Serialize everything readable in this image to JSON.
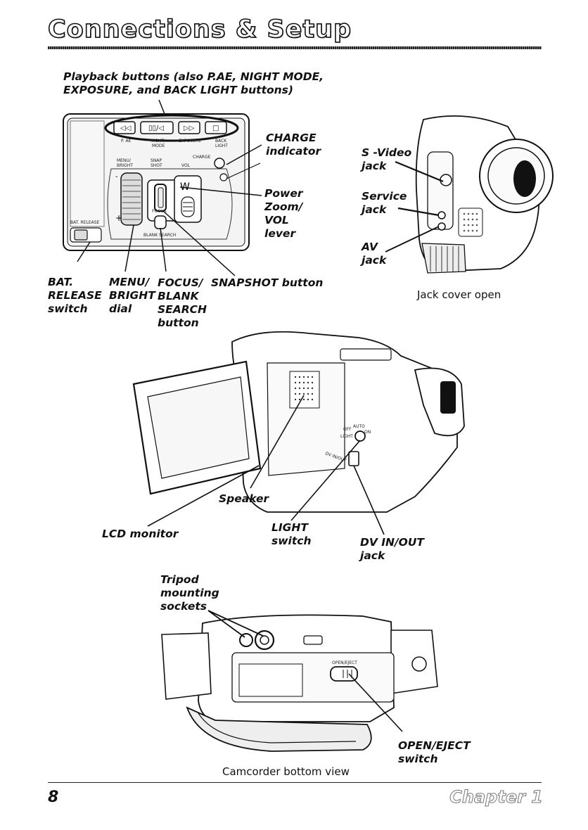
{
  "header": {
    "title": "Connections & Setup"
  },
  "figure1": {
    "labels": {
      "playback": "Playback buttons (also P.AE, NIGHT MODE,\nEXPOSURE, and BACK LIGHT buttons)",
      "charge": "CHARGE\nindicator",
      "power_zoom": "Power\nZoom/\nVOL\nlever",
      "bat_release": "BAT.\nRELEASE\nswitch",
      "menu_bright": "MENU/\nBRIGHT\ndial",
      "focus_blank": "FOCUS/\nBLANK\nSEARCH\nbutton",
      "snapshot": "SNAPSHOT button"
    },
    "panel_text": {
      "pae": "P. AE",
      "night_mode": "NIGHT\nMODE",
      "exposure": "EXPOSURE",
      "back_light": "BACK\nLIGHT",
      "charge": "CHARGE",
      "menu_bright": "MENU/\nBRIGHT",
      "snap_shot": "SNAP\nSHOT",
      "vol": "VOL",
      "focus": "FOCUS",
      "blank_search": "BLANK SEARCH",
      "bat_release": "BAT. RELEASE",
      "zoom_w": "W",
      "minus": "-",
      "plus": "+"
    }
  },
  "figure2": {
    "labels": {
      "svideo": "S -Video\njack",
      "service": "Service\njack",
      "av": "AV\njack"
    },
    "caption": "Jack cover open"
  },
  "figure3": {
    "labels": {
      "speaker": "Speaker",
      "lcd": "LCD monitor",
      "light": "LIGHT\nswitch",
      "dv": "DV IN/OUT\njack"
    },
    "panel_text": {
      "off": "OFF",
      "auto": "AUTO",
      "on": "ON",
      "light": "LIGHT",
      "dv_inout": "DV IN/OUT"
    }
  },
  "figure4": {
    "labels": {
      "tripod": "Tripod\nmounting\nsockets",
      "open_eject": "OPEN/EJECT\nswitch"
    },
    "panel_text": {
      "open_eject": "OPEN/EJECT"
    },
    "caption": "Camcorder bottom view"
  },
  "footer": {
    "page_number": "8",
    "chapter": "Chapter 1"
  }
}
